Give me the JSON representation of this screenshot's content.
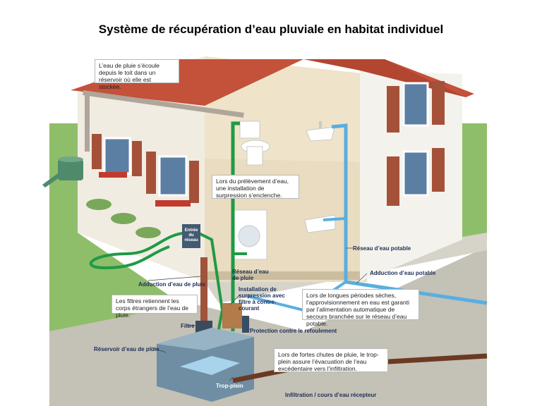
{
  "title": "Système de récupération d’eau pluviale en habitat individuel",
  "notes": {
    "roof": "L’eau de pluie s’écoule depuis le toit dans un réservoir où elle est stockée.",
    "pressure": "Lors du prélèvement d’eau, une installation de surpression s’enclenche.",
    "filters": "Les filtres retiennent les corps étrangers de l’eau de pluie.",
    "dry": "Lors de longues périodes sèches, l’approvisionnement en eau est garanti par l’alimentation automatique de secours branchée sur le réseau d’eau potable.",
    "rain": "Lors de fortes chutes de pluie, le trop-plein assure l’évacuation de l’eau excédentaire vers l’infiltration."
  },
  "labels": {
    "reseau_potable": "Réseau d’eau potable",
    "adduction_potable": "Adduction d’eau potable",
    "reseau_pluie": "Réseau d’eau de pluie",
    "installation": "Installation de surpression avec filtre à contre-courant",
    "adduction_pluie": "Adduction d’eau de pluie",
    "filtre": "Filtre",
    "protection": "Protection contre le refoulement",
    "reservoir": "Réservoir d’eau de pluie",
    "trop_plein": "Trop-plein",
    "infiltration": "Infiltration / cours d’eau récepteur",
    "box_tag": "Entrée du réseau"
  },
  "colors": {
    "rain_pipe": "#1f9a45",
    "potable_pipe": "#5aaee0",
    "roof": "#c4513a",
    "wall": "#f1ece2",
    "ground": "#c4c1b6",
    "grass": "#8fbe6a",
    "tank": "#6f8ea3"
  }
}
